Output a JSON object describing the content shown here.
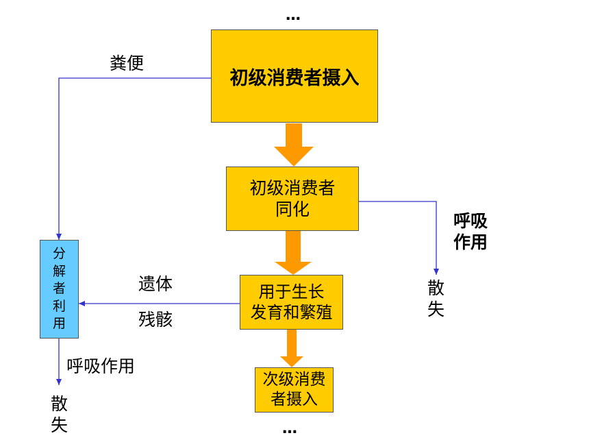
{
  "colors": {
    "box_fill": "#FFCC00",
    "decomposer_fill": "#66CCFF",
    "big_arrow": "#FF9900",
    "thin_arrow": "#3333CC"
  },
  "nodes": {
    "intake": "初级消费者摄入",
    "assimilation": "初级消费者\n同化",
    "growth": "用于生长\n发育和繁殖",
    "secondary": "次级消费\n者摄入",
    "decomposer": "分\n解\n者\n利\n用"
  },
  "labels": {
    "feces": "粪便",
    "remains_1": "遗体",
    "remains_2": "残骸",
    "respiration_right": "呼吸\n作用",
    "dissipate_right": "散\n失",
    "respiration_left": "呼吸作用",
    "dissipate_left": "散\n失",
    "ellipsis_top": "…",
    "ellipsis_bottom": "…"
  }
}
